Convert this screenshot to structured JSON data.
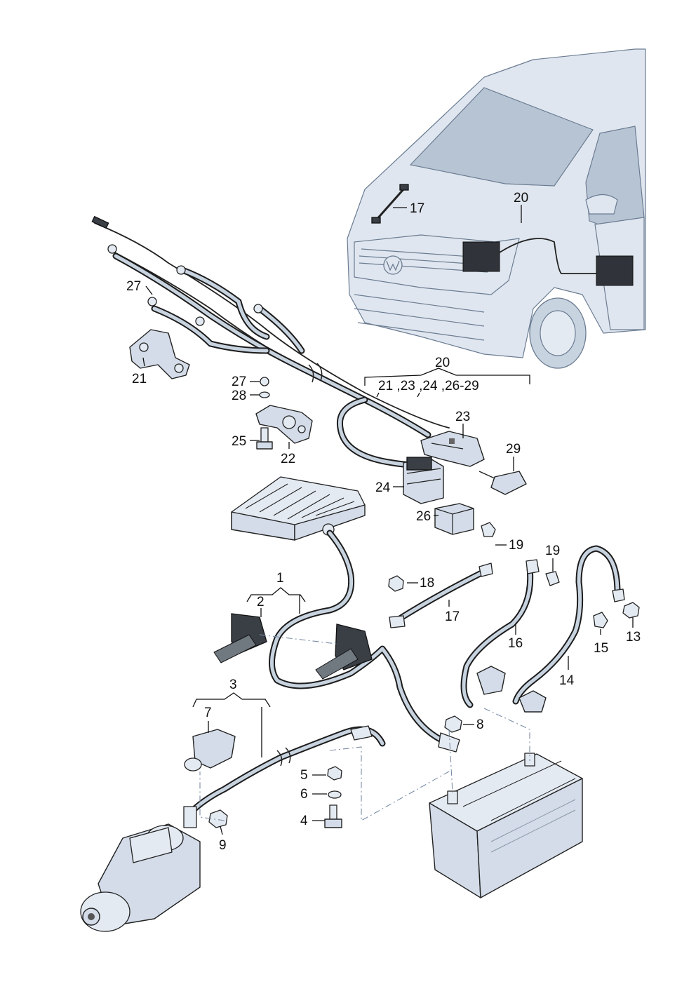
{
  "callouts": {
    "c1": "1",
    "c2": "2",
    "c3": "3",
    "c4": "4",
    "c5": "5",
    "c6": "6",
    "c7": "7",
    "c8": "8",
    "c9": "9",
    "c13": "13",
    "c14": "14",
    "c15": "15",
    "c16": "16",
    "c17a": "17",
    "c17b": "17",
    "c18": "18",
    "c19a": "19",
    "c19b": "19",
    "c20a": "20",
    "c20b": "20",
    "c21": "21",
    "c22": "22",
    "c23": "23",
    "c24": "24",
    "c25": "25",
    "c26": "26",
    "c27a": "27",
    "c27b": "27",
    "c28": "28",
    "c29": "29"
  },
  "group20_sub": "21 ,23 ,24 ,26-29",
  "colors": {
    "part_fill": "#d3dce8",
    "outline": "#222222",
    "leader": "#111111",
    "dash": "#7a8da6"
  },
  "icons": [
    "van-icon",
    "battery-icon",
    "starter-motor-icon",
    "relay-icon",
    "fuse-icon",
    "fuse-box-icon",
    "cable-grommet-icon"
  ]
}
